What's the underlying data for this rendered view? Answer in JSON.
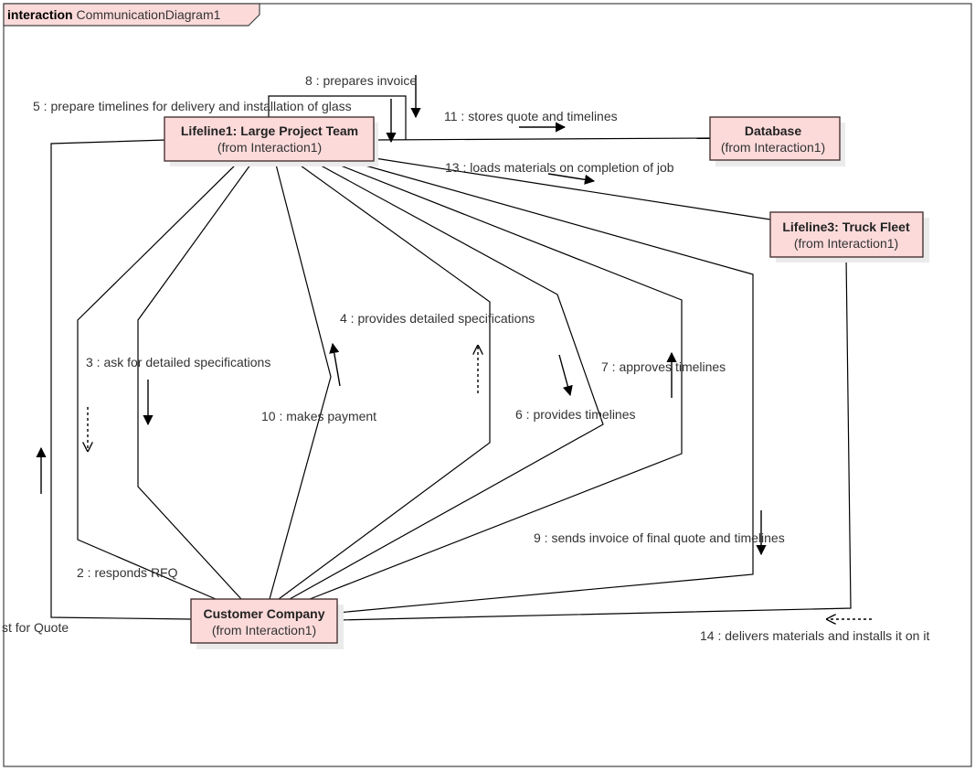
{
  "frame": {
    "keyword": "interaction",
    "name": "CommunicationDiagram1"
  },
  "lifelines": {
    "team": {
      "title": "Lifeline1: Large Project Team",
      "sub": "(from Interaction1)"
    },
    "database": {
      "title": "Database",
      "sub": "(from Interaction1)"
    },
    "truck": {
      "title": "Lifeline3: Truck Fleet",
      "sub": "(from Interaction1)"
    },
    "customer": {
      "title": "Customer Company",
      "sub": "(from Interaction1)"
    }
  },
  "messages": {
    "m1": "st for Quote",
    "m2": "2 : responds RFQ",
    "m3": "3 : ask for detailed specifications",
    "m4": "4 : provides detailed specifications",
    "m5": "5 : prepare timelines for delivery and installation of glass",
    "m6": "6 : provides timelines",
    "m7": "7 : approves timelines",
    "m8": "8 : prepares invoice",
    "m9": "9 : sends invoice of final quote and timelines",
    "m10": "10 : makes payment",
    "m11": "11 : stores quote and timelines",
    "m13": "13 : loads materials on completion of job",
    "m14": "14 : delivers materials and installs it on it"
  },
  "colors": {
    "node_fill": "#fcdada",
    "node_border": "#4a3434",
    "node_shadow": "#ebebeb",
    "line": "#000000",
    "frame_tab": "#fcdada"
  }
}
